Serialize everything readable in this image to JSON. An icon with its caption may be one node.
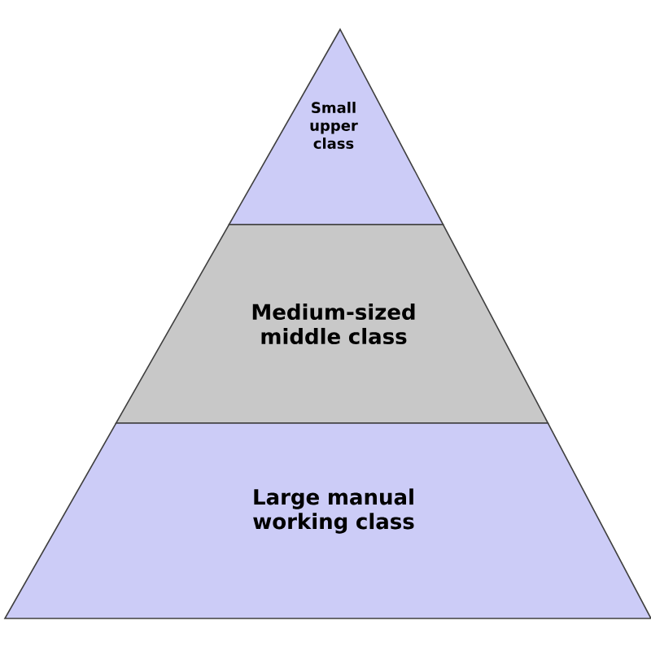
{
  "diagram": {
    "nodes": [
      {
        "text": [
          "Small upper class"
        ]
      },
      {
        "text": [
          "Medium-sized middle class"
        ]
      },
      {
        "text": [
          "Large manual working class"
        ]
      }
    ]
  }
}
